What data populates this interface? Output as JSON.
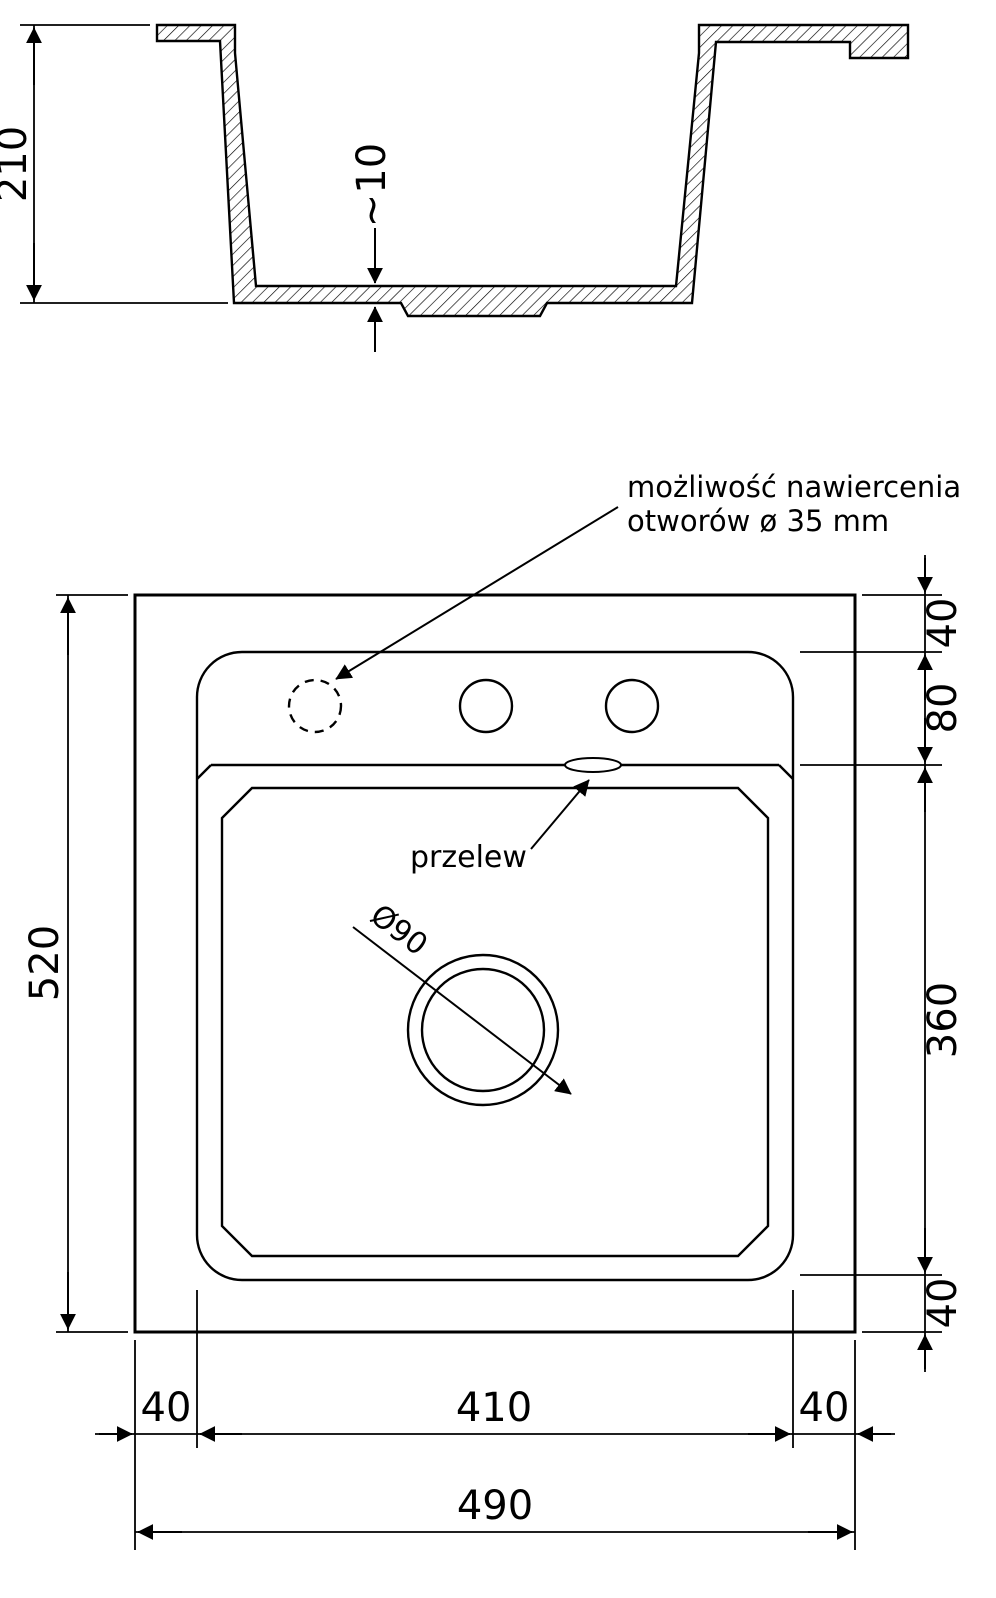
{
  "colors": {
    "line": "#000000",
    "background": "#ffffff"
  },
  "cross_section": {
    "depth": "210",
    "bottom_thickness": "~10"
  },
  "top_view": {
    "drill_note_line1": "możliwość nawiercenia",
    "drill_note_line2": "otworów ø 35 mm",
    "overflow_label": "przelew",
    "drain_diameter": "Ø90",
    "height_total": "520",
    "width_total": "490",
    "right_margin_top": "40",
    "right_faucet_zone": "80",
    "right_basin_length": "360",
    "right_margin_bottom": "40",
    "bottom_margin_left": "40",
    "bottom_basin_width": "410",
    "bottom_margin_right": "40"
  }
}
